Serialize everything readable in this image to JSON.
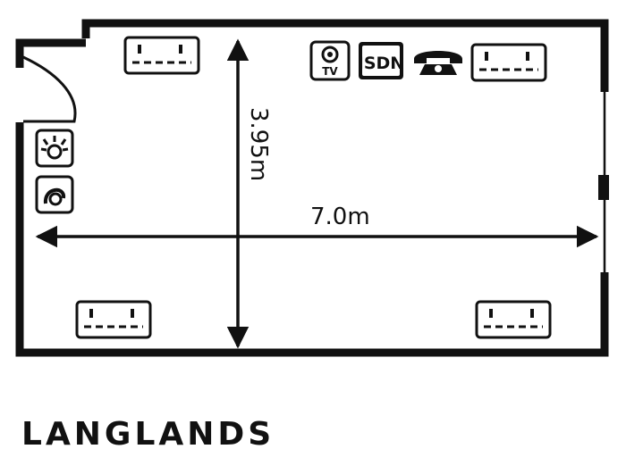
{
  "room": {
    "name": "LANGLANDS"
  },
  "dimensions": {
    "length": "7.0m",
    "width": "3.95m"
  },
  "icons": {
    "tv_label": "TV",
    "isdn_label": "ISDN"
  },
  "colors": {
    "ink": "#111111",
    "background": "#ffffff"
  }
}
